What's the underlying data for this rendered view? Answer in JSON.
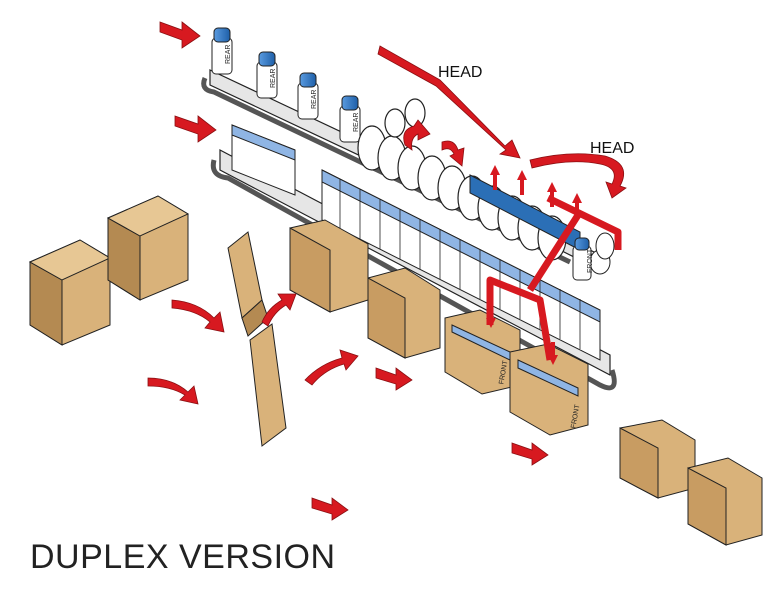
{
  "diagram": {
    "title": "DUPLEX VERSION",
    "labels": {
      "head_1": "HEAD",
      "head_2": "HEAD"
    },
    "bottle_labels": {
      "rear": "REAR",
      "front": "FRONT"
    },
    "colors": {
      "arrow_red": "#d71920",
      "cardboard": "#d9b27a",
      "cardboard_dark": "#b48a52",
      "cap_blue": "#2b6fb6",
      "outline": "#222222"
    }
  }
}
